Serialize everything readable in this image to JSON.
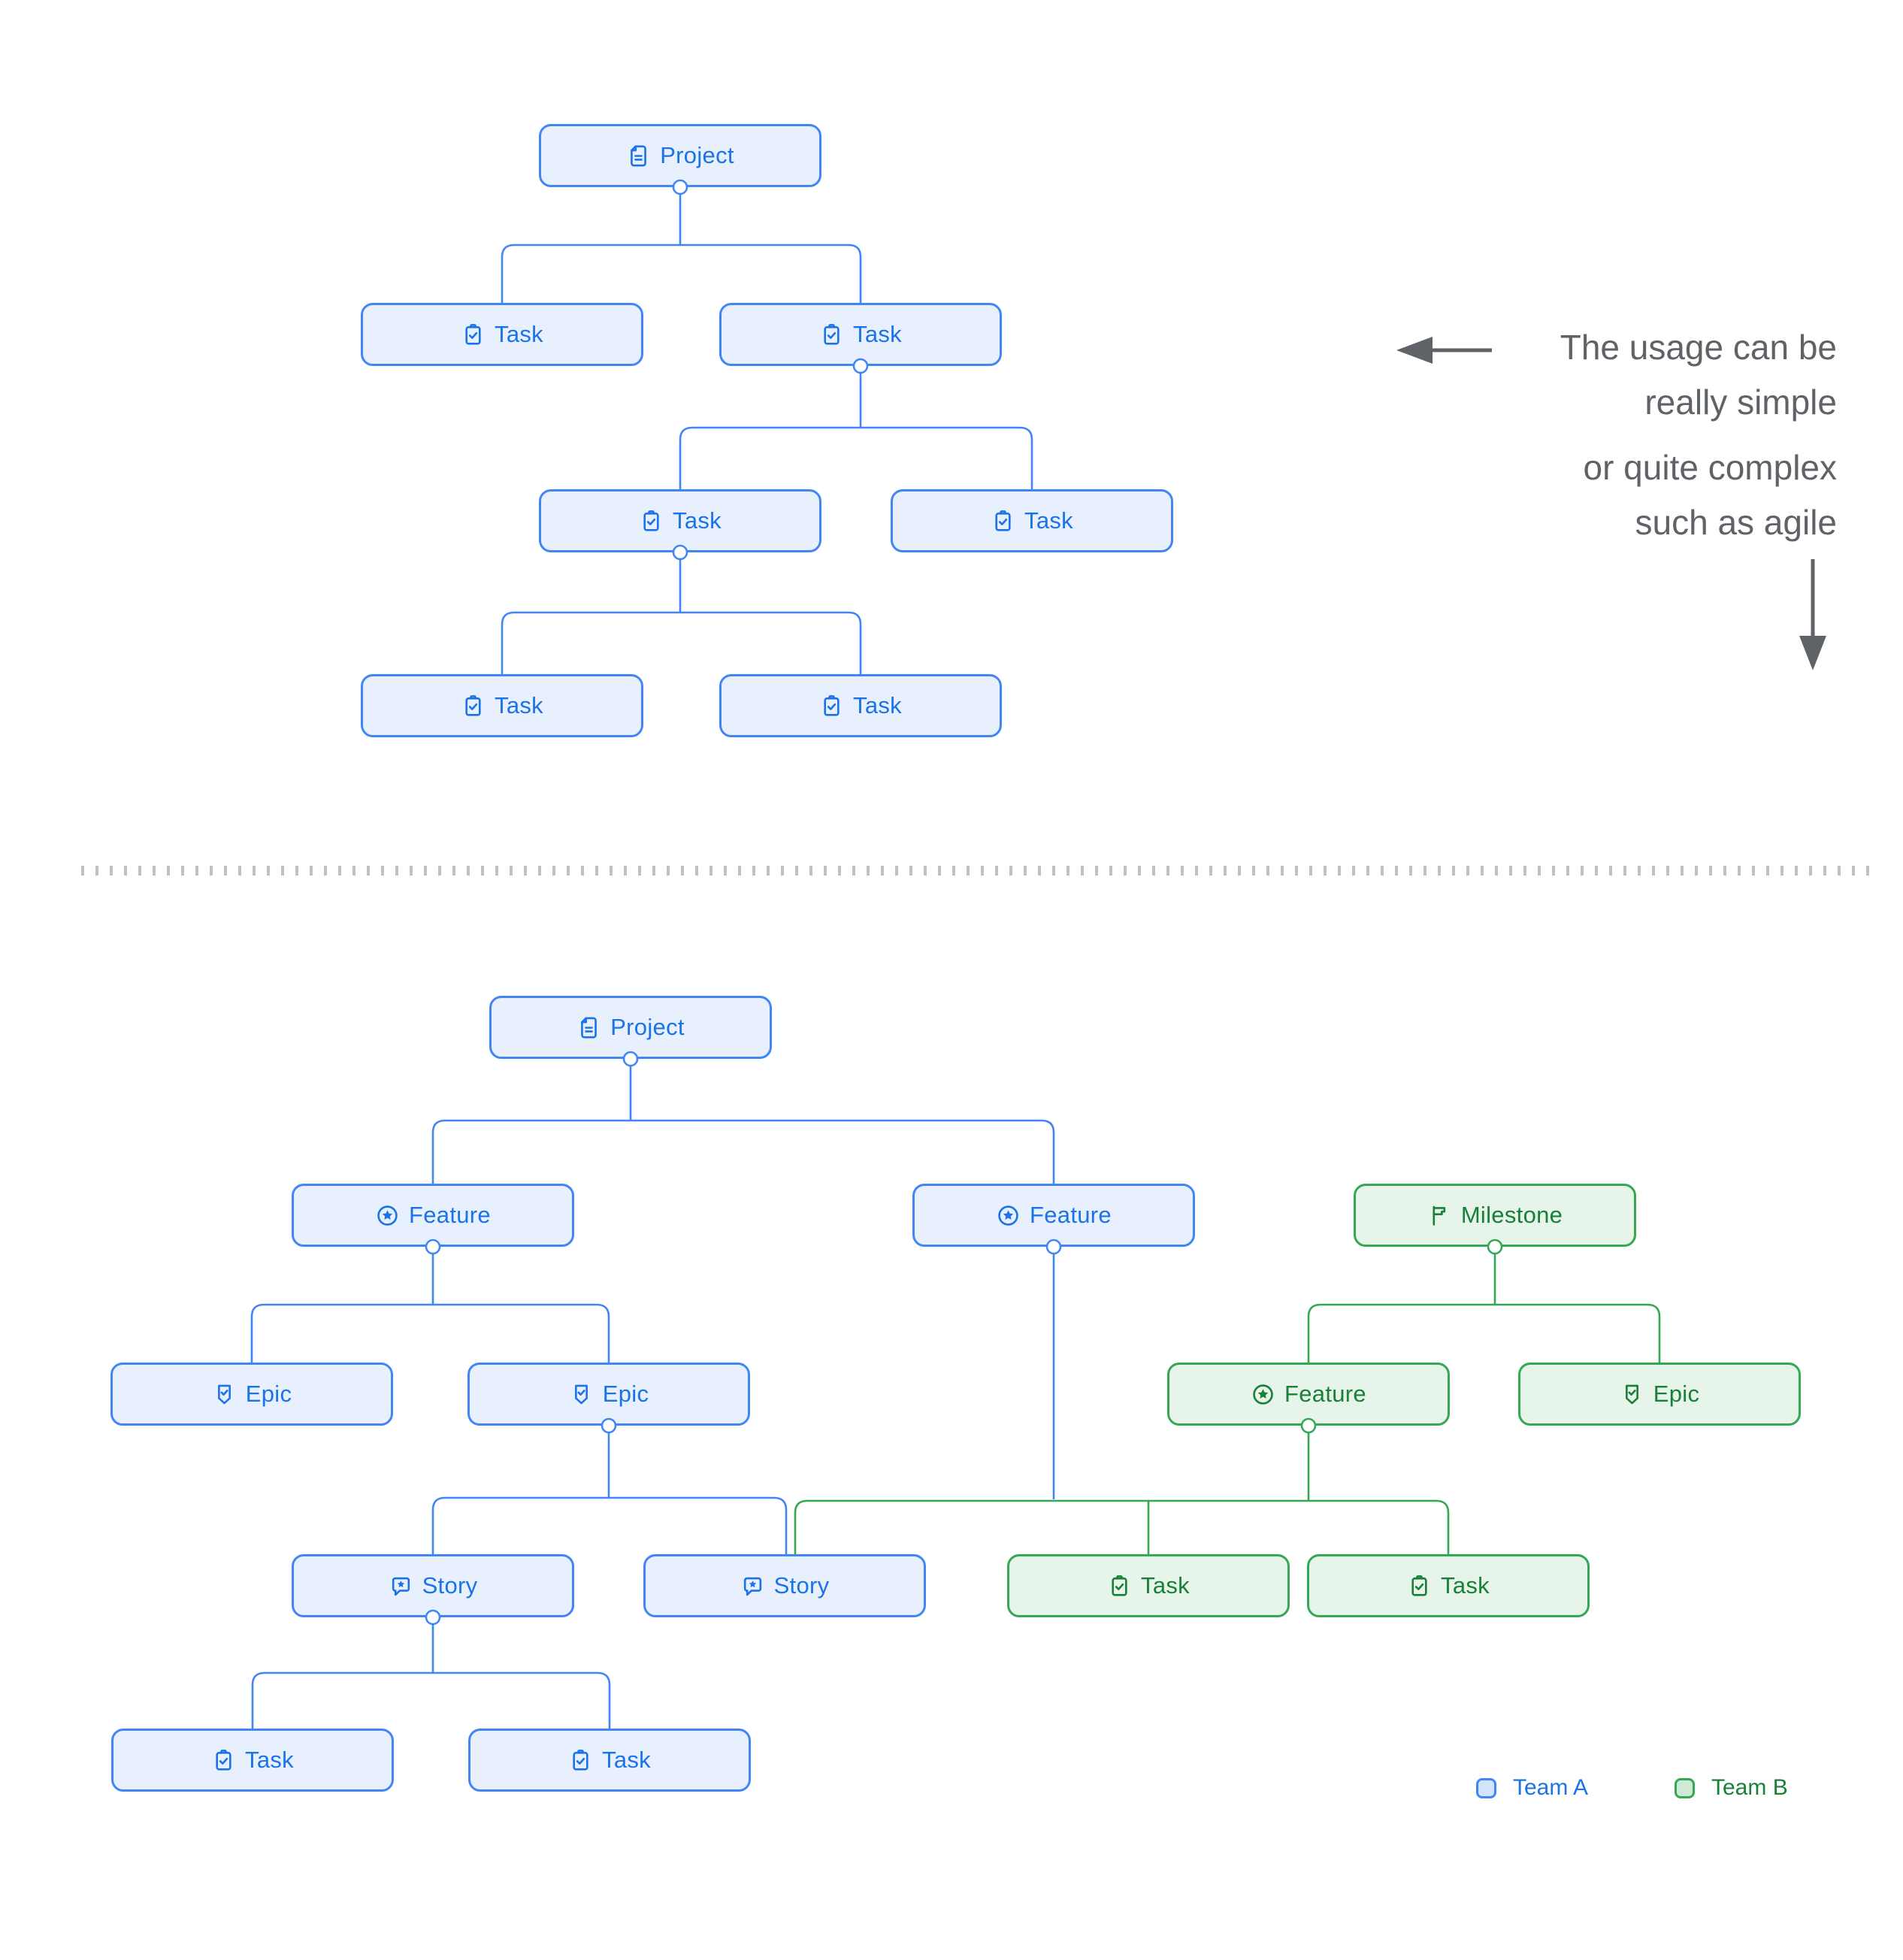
{
  "annotation": {
    "para1_line1": "The usage can be",
    "para1_line2": "really simple",
    "para2_line1": "or quite complex",
    "para2_line2": "such as agile",
    "text_color": "#5F6368"
  },
  "legend": {
    "team_a_label": "Team A",
    "team_b_label": "Team B"
  },
  "teams": {
    "a": {
      "name": "Team A",
      "fill": "#E8F0FE",
      "border": "#4285F4",
      "text": "#1A73E8"
    },
    "b": {
      "name": "Team B",
      "fill": "#E6F4EA",
      "border": "#34A853",
      "text": "#188038"
    }
  },
  "simple_tree": {
    "nodes": [
      {
        "id": "project",
        "label": "Project",
        "icon": "document-icon",
        "team": "A"
      },
      {
        "id": "task-1",
        "label": "Task",
        "icon": "task-icon",
        "team": "A"
      },
      {
        "id": "task-2",
        "label": "Task",
        "icon": "task-icon",
        "team": "A"
      },
      {
        "id": "task-3",
        "label": "Task",
        "icon": "task-icon",
        "team": "A"
      },
      {
        "id": "task-4",
        "label": "Task",
        "icon": "task-icon",
        "team": "A"
      },
      {
        "id": "task-5",
        "label": "Task",
        "icon": "task-icon",
        "team": "A"
      },
      {
        "id": "task-6",
        "label": "Task",
        "icon": "task-icon",
        "team": "A"
      }
    ],
    "edges": [
      [
        "project",
        "task-1"
      ],
      [
        "project",
        "task-2"
      ],
      [
        "task-2",
        "task-3"
      ],
      [
        "task-2",
        "task-4"
      ],
      [
        "task-3",
        "task-5"
      ],
      [
        "task-3",
        "task-6"
      ]
    ]
  },
  "complex_tree": {
    "nodes": [
      {
        "id": "project",
        "label": "Project",
        "icon": "document-icon",
        "team": "A"
      },
      {
        "id": "feature-1",
        "label": "Feature",
        "icon": "feature-icon",
        "team": "A"
      },
      {
        "id": "feature-2",
        "label": "Feature",
        "icon": "feature-icon",
        "team": "A"
      },
      {
        "id": "milestone",
        "label": "Milestone",
        "icon": "milestone-icon",
        "team": "B"
      },
      {
        "id": "epic-1",
        "label": "Epic",
        "icon": "epic-icon",
        "team": "A"
      },
      {
        "id": "epic-2",
        "label": "Epic",
        "icon": "epic-icon",
        "team": "A"
      },
      {
        "id": "feature-3",
        "label": "Feature",
        "icon": "feature-icon",
        "team": "B"
      },
      {
        "id": "epic-3",
        "label": "Epic",
        "icon": "epic-icon",
        "team": "B"
      },
      {
        "id": "story-1",
        "label": "Story",
        "icon": "story-icon",
        "team": "A"
      },
      {
        "id": "story-2",
        "label": "Story",
        "icon": "story-icon",
        "team": "A"
      },
      {
        "id": "task-green-1",
        "label": "Task",
        "icon": "task-icon",
        "team": "B"
      },
      {
        "id": "task-green-2",
        "label": "Task",
        "icon": "task-icon",
        "team": "B"
      },
      {
        "id": "task-blue-1",
        "label": "Task",
        "icon": "task-icon",
        "team": "A"
      },
      {
        "id": "task-blue-2",
        "label": "Task",
        "icon": "task-icon",
        "team": "A"
      }
    ],
    "edges": [
      [
        "project",
        "feature-1"
      ],
      [
        "project",
        "feature-2"
      ],
      [
        "feature-1",
        "epic-1"
      ],
      [
        "feature-1",
        "epic-2"
      ],
      [
        "epic-2",
        "story-1"
      ],
      [
        "epic-2",
        "story-2"
      ],
      [
        "feature-2",
        "story-2"
      ],
      [
        "story-1",
        "task-blue-1"
      ],
      [
        "story-1",
        "task-blue-2"
      ],
      [
        "milestone",
        "feature-3"
      ],
      [
        "milestone",
        "epic-3"
      ],
      [
        "feature-3",
        "story-2"
      ],
      [
        "feature-3",
        "task-green-1"
      ],
      [
        "feature-3",
        "task-green-2"
      ]
    ]
  }
}
